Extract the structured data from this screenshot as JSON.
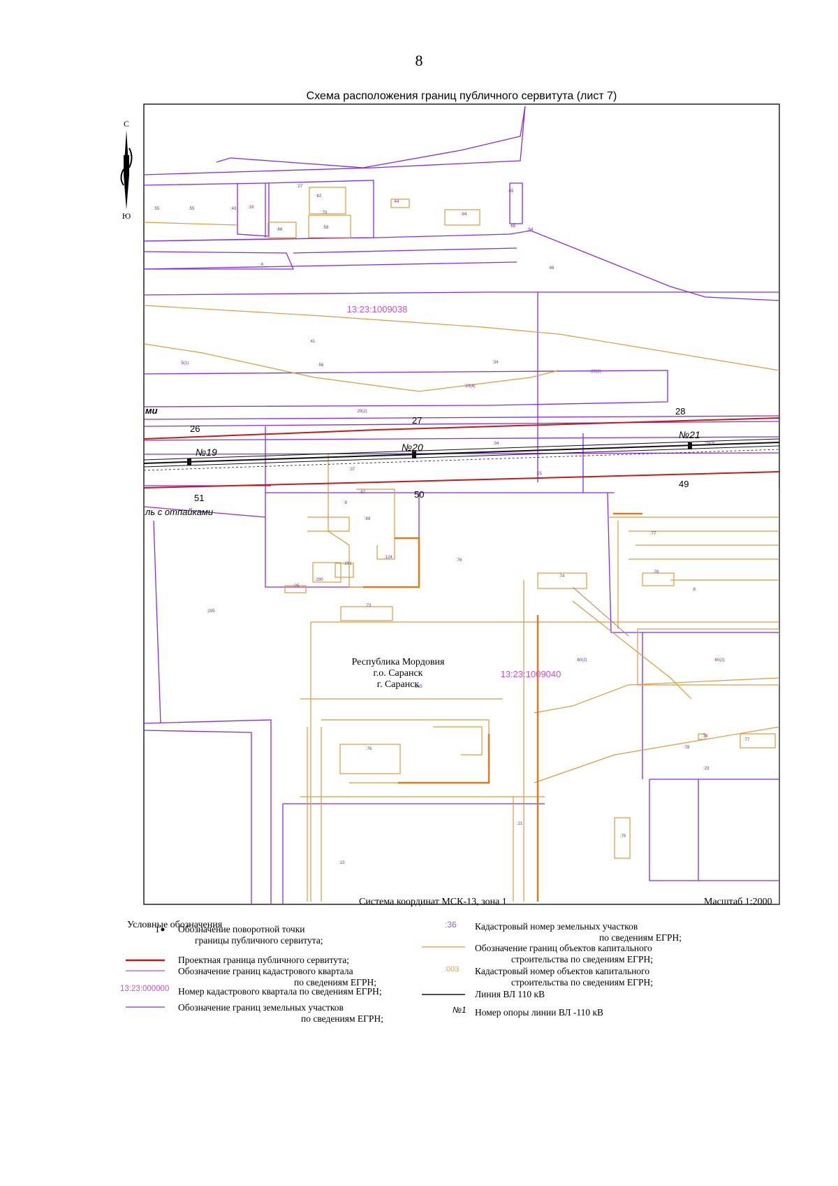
{
  "page_number": "8",
  "title": "Схема расположения границ публичного сервитута (лист 7)",
  "north_arrow": {
    "north": "С",
    "south": "Ю"
  },
  "colors": {
    "parcel_boundary": "#8a2be2",
    "quarter_boundary": "#c04fc0",
    "quarter_number": "#d050c8",
    "building": "#e09a3c",
    "building_label": "#c8781e",
    "servitude": "#c81818",
    "power_line": "#111111"
  },
  "map": {
    "quarter_numbers": [
      "13:23:1009038",
      "13:23:1009040"
    ],
    "region_label": [
      "Республика Мордовия",
      "г.о. Саранск",
      "г. Саранск"
    ],
    "point_numbers": [
      "26",
      "27",
      "28",
      "49",
      "50",
      "51"
    ],
    "pole_numbers": [
      "№19",
      "№20",
      "№21"
    ],
    "line_names": [
      "ми",
      "ль с отпайками"
    ],
    "parcel_labels": [
      ":55",
      ":55",
      ":43",
      ":19",
      ":27",
      ":62",
      ":44",
      ":45",
      ":65",
      ":64",
      ":68",
      ":58",
      ":79",
      ":84",
      ":4",
      ":46",
      ":41",
      ":5(1)",
      ":56",
      ":34",
      ":29(2)",
      ":23(4)",
      ":29(2)",
      ":34",
      ":21",
      ":29(3)",
      ":37",
      ":57",
      ":8",
      ":89",
      ":291",
      ":290",
      ":25",
      ":76",
      ":124",
      ":74",
      ":77",
      ":78",
      ":8",
      ":295",
      ":73",
      ":60(2)",
      ":60(2)",
      ":365",
      ":76",
      ":78",
      ":23",
      ":21",
      ":77",
      ":75",
      ":13",
      ":74"
    ]
  },
  "footer": {
    "coordinate_system": "Система координат МСК-13, зона 1",
    "scale": "Масштаб 1:2000"
  },
  "legend": {
    "title": "Условные обозначения",
    "items": [
      {
        "symbol": "1",
        "text": "Обозначение поворотной точки",
        "text2": "границы публичного сервитута;"
      },
      {
        "text": "Проектная граница публичного сервитута;"
      },
      {
        "text": "Обозначение границ кадастрового квартала",
        "text2": "по сведениям ЕГРН;"
      },
      {
        "symbol": "13:23:000000",
        "text": "Номер кадастрового квартала по сведениям ЕГРН;"
      },
      {
        "text": "Обозначение границ земельных участков",
        "text2": "по сведениям ЕГРН;"
      },
      {
        "symbol": ":36",
        "text": "Кадастровый номер земельных участков",
        "text2": "по сведениям ЕГРН;"
      },
      {
        "text": "Обозначение границ объектов капитального",
        "text2": "строительства по сведениям ЕГРН;"
      },
      {
        "symbol": ":003",
        "text": "Кадастровый номер объектов капитального",
        "text2": "строительства по сведениям ЕГРН;"
      },
      {
        "text": "Линия ВЛ 110 кВ"
      },
      {
        "symbol": "№1",
        "text": "Номер опоры линии ВЛ -110 кВ"
      }
    ]
  }
}
